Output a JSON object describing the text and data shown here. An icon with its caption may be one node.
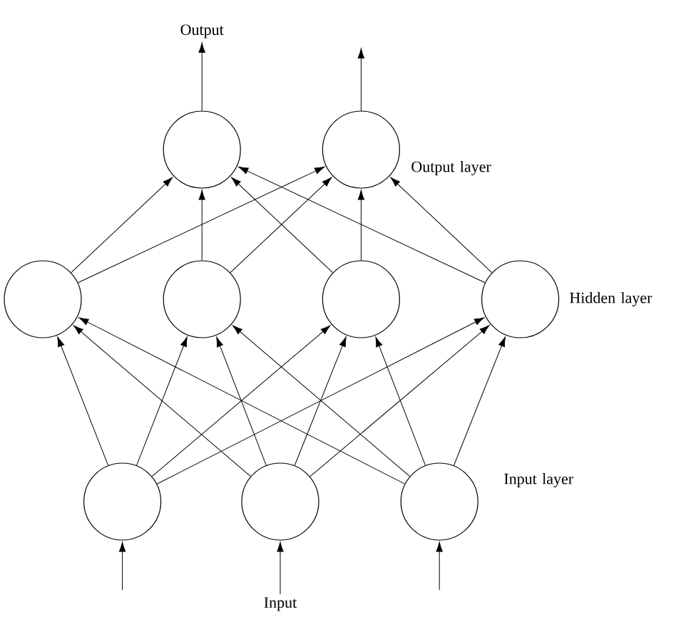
{
  "diagram": {
    "nodes": [
      {
        "text": [],
        "shape": "circle"
      },
      {
        "text": [],
        "shape": "circle"
      },
      {
        "text": [],
        "shape": "circle"
      },
      {
        "text": [],
        "shape": "circle"
      },
      {
        "text": [],
        "shape": "circle"
      },
      {
        "text": [],
        "shape": "circle"
      },
      {
        "text": [],
        "shape": "circle"
      },
      {
        "text": [],
        "shape": "circle"
      },
      {
        "text": [],
        "shape": "circle"
      },
      {
        "text": [
          "Output"
        ]
      },
      {
        "text": [
          "Input"
        ]
      }
    ],
    "edges": [
      {
        "from": 0,
        "to": 9,
        "arrow": "to"
      },
      {
        "from": 1,
        "to": null,
        "arrow": "to"
      },
      {
        "from": 2,
        "to": 0,
        "arrow": "to"
      },
      {
        "from": 2,
        "to": 1,
        "arrow": "to"
      },
      {
        "from": 3,
        "to": 0,
        "arrow": "to"
      },
      {
        "from": 3,
        "to": 1,
        "arrow": "to"
      },
      {
        "from": 4,
        "to": 0,
        "arrow": "to"
      },
      {
        "from": 4,
        "to": 1,
        "arrow": "to"
      },
      {
        "from": 5,
        "to": 0,
        "arrow": "to"
      },
      {
        "from": 5,
        "to": 1,
        "arrow": "to"
      },
      {
        "from": 6,
        "to": 2,
        "arrow": "to"
      },
      {
        "from": 6,
        "to": 3,
        "arrow": "to"
      },
      {
        "from": 6,
        "to": 4,
        "arrow": "to"
      },
      {
        "from": 6,
        "to": 5,
        "arrow": "to"
      },
      {
        "from": 7,
        "to": 2,
        "arrow": "to"
      },
      {
        "from": 7,
        "to": 3,
        "arrow": "to"
      },
      {
        "from": 7,
        "to": 4,
        "arrow": "to"
      },
      {
        "from": 7,
        "to": 5,
        "arrow": "to"
      },
      {
        "from": 8,
        "to": 2,
        "arrow": "to"
      },
      {
        "from": 8,
        "to": 3,
        "arrow": "to"
      },
      {
        "from": 8,
        "to": 4,
        "arrow": "to"
      },
      {
        "from": 8,
        "to": 5,
        "arrow": "to"
      },
      {
        "from": null,
        "to": 6,
        "arrow": "to"
      },
      {
        "from": 10,
        "to": 7,
        "arrow": "to"
      },
      {
        "from": null,
        "to": 8,
        "arrow": "to"
      }
    ],
    "labels": [
      "Output layer",
      "Hidden layer",
      "Input layer"
    ]
  }
}
